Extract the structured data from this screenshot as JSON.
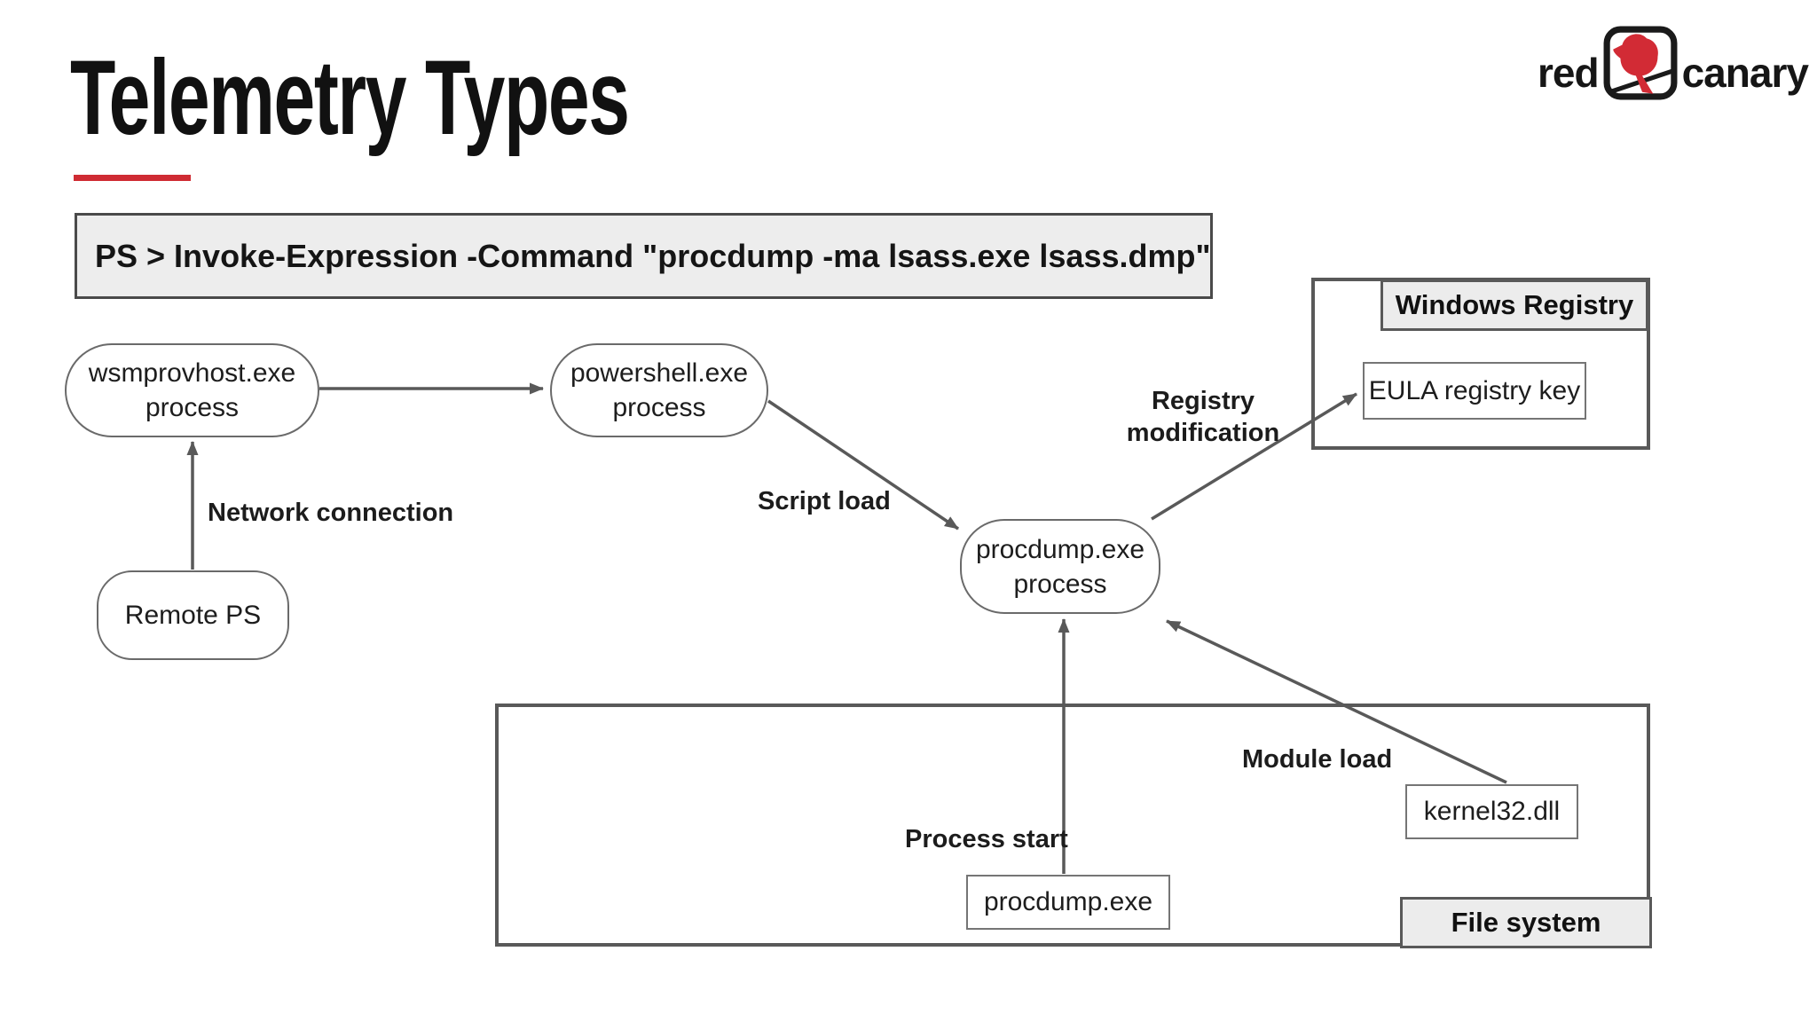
{
  "slide": {
    "title": "Telemetry Types",
    "accent_color": "#cf2b33"
  },
  "logo": {
    "word_left": "red",
    "word_right": "canary",
    "bird_color": "#d22b35"
  },
  "command": {
    "text": "PS > Invoke-Expression -Command \"procdump -ma lsass.exe lsass.dmp\""
  },
  "nodes": {
    "wsmprovhost": {
      "line1": "wsmprovhost.exe",
      "line2": "process"
    },
    "powershell": {
      "line1": "powershell.exe",
      "line2": "process"
    },
    "remote_ps": {
      "label": "Remote PS"
    },
    "procdump_process": {
      "line1": "procdump.exe",
      "line2": "process"
    },
    "eula_key": {
      "label": "EULA registry key"
    },
    "procdump_file": {
      "label": "procdump.exe"
    },
    "kernel32": {
      "label": "kernel32.dll"
    }
  },
  "containers": {
    "windows_registry": {
      "label": "Windows Registry"
    },
    "file_system": {
      "label": "File system"
    }
  },
  "edge_labels": {
    "network_connection": "Network connection",
    "script_load": "Script load",
    "registry_modification": "Registry modification",
    "process_start": "Process start",
    "module_load": "Module load"
  },
  "colors": {
    "line": "#595959",
    "container_fill": "#ececec",
    "text": "#1d1d1d"
  }
}
